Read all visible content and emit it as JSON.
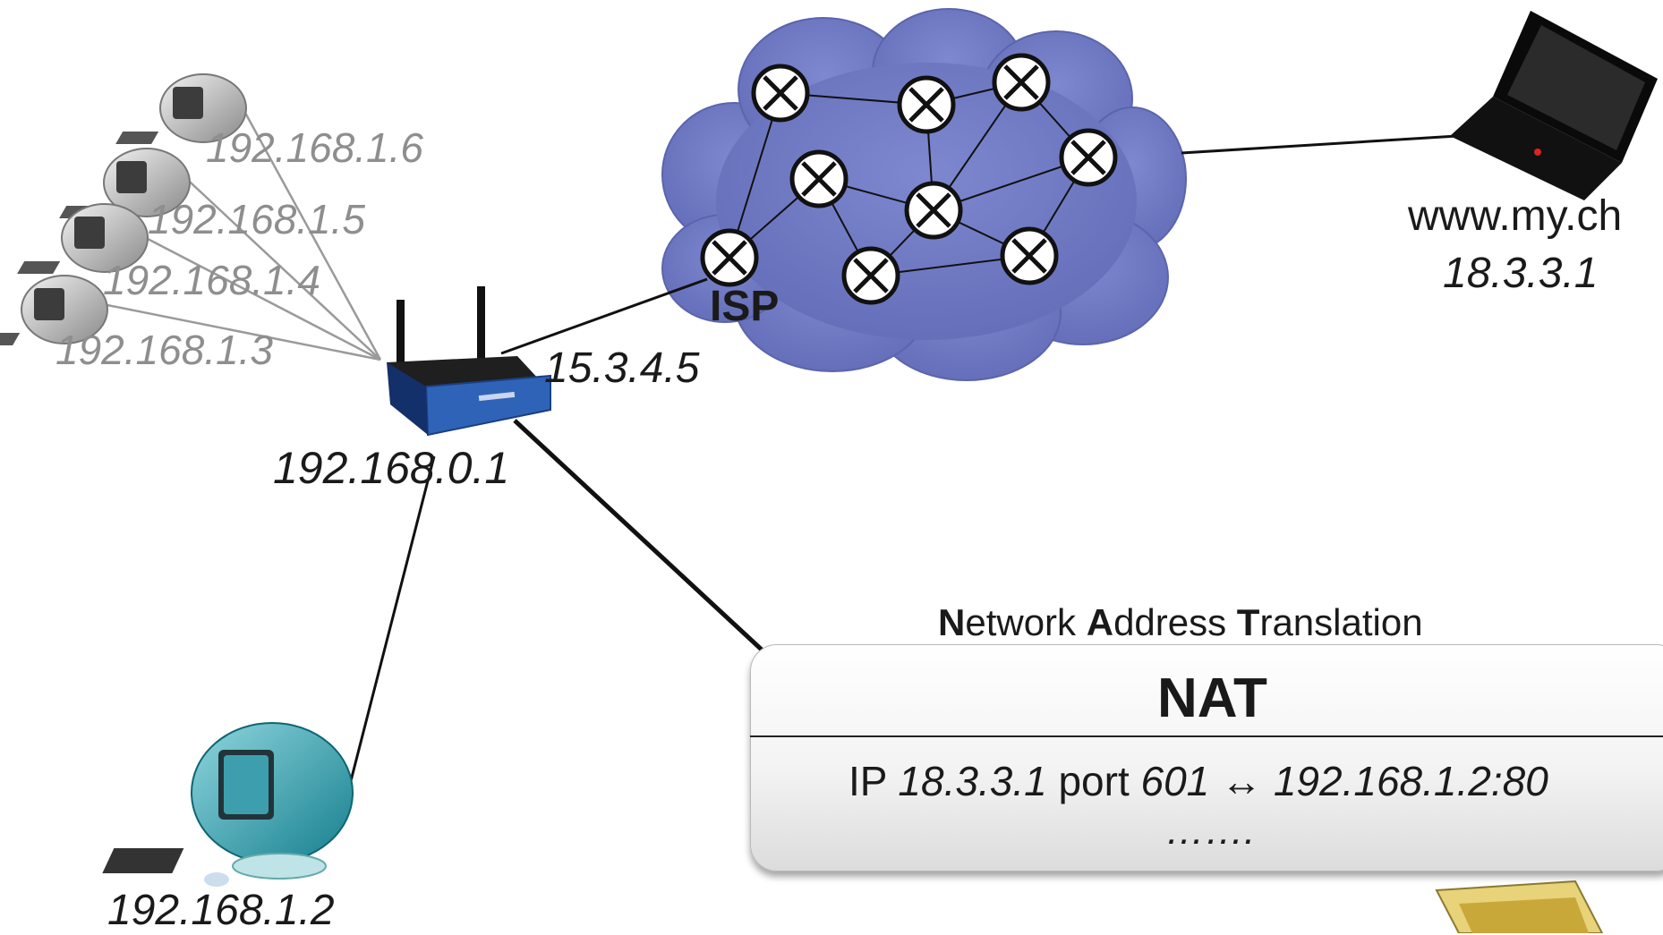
{
  "hosts": [
    {
      "ip": "192.168.1.6"
    },
    {
      "ip": "192.168.1.5"
    },
    {
      "ip": "192.168.1.4"
    },
    {
      "ip": "192.168.1.3"
    }
  ],
  "local_host": {
    "ip": "192.168.1.2"
  },
  "router": {
    "lan_ip": "192.168.0.1",
    "wan_ip": "15.3.4.5"
  },
  "isp": {
    "label": "ISP"
  },
  "server": {
    "name": "www.my.ch",
    "ip": "18.3.3.1"
  },
  "nat": {
    "heading_parts": [
      {
        "initial": "N",
        "rest": "etwork "
      },
      {
        "initial": "A",
        "rest": "ddress "
      },
      {
        "initial": "T",
        "rest": "ranslation"
      }
    ],
    "title": "NAT",
    "entry": {
      "ip_label": "IP",
      "ip": "18.3.3.1",
      "port_label": "port",
      "port": "601",
      "arrow": "↔",
      "target": "192.168.1.2:80"
    },
    "ellipsis": "……."
  },
  "colors": {
    "cloud": "#6f79c2",
    "cloud_edge": "#5b64ad",
    "host_label": "#8e8e8e",
    "router_body": "#2f63b8"
  },
  "icons": [
    "computer-icon",
    "router-icon",
    "laptop-icon",
    "cloud-icon",
    "network-node-icon"
  ]
}
